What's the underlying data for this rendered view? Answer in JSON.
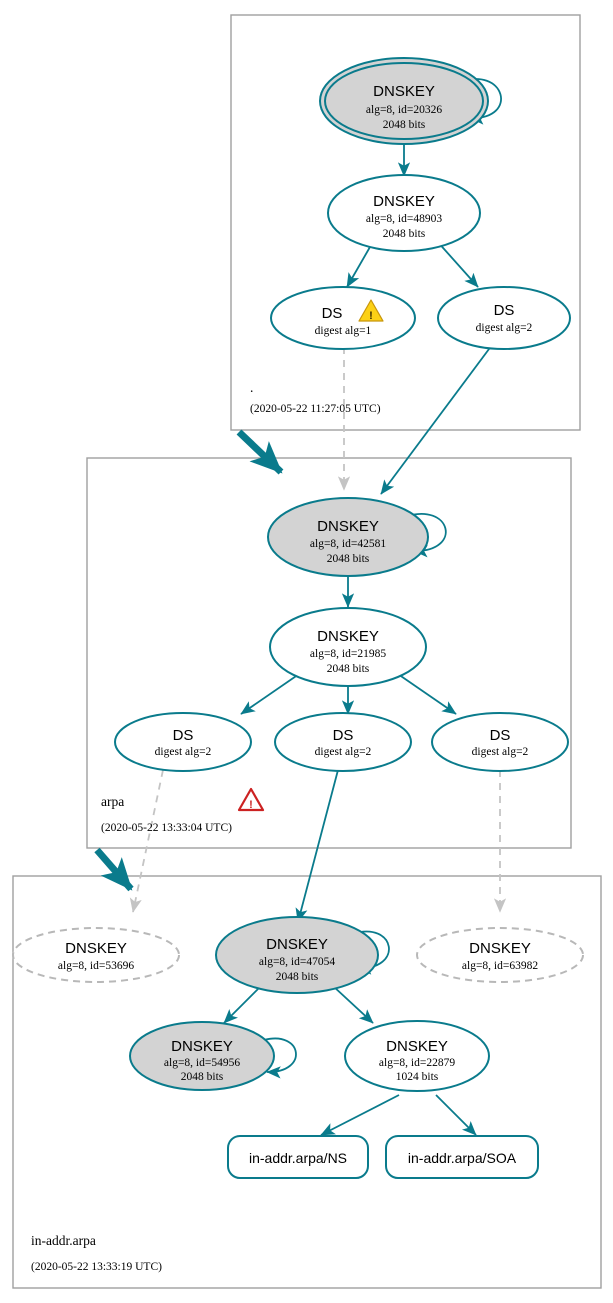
{
  "diagram": {
    "type": "dnssec-authentication-chain",
    "accent_color": "#0a7b8c",
    "secure_node_fill": "#d3d3d3",
    "nonexistent_node_stroke": "#b8b8b8",
    "warning_color": "#fcd116",
    "error_color": "#cc2222",
    "zone_border_color": "#a0a0a0"
  },
  "zones": [
    {
      "id": "root",
      "label": ".",
      "timestamp": "(2020-05-22 11:27:05 UTC)",
      "status_icon": null
    },
    {
      "id": "arpa",
      "label": "arpa",
      "timestamp": "(2020-05-22 13:33:04 UTC)",
      "status_icon": "error-triangle-icon"
    },
    {
      "id": "in-addr-arpa",
      "label": "in-addr.arpa",
      "timestamp": "(2020-05-22 13:33:19 UTC)",
      "status_icon": null
    }
  ],
  "nodes": {
    "root_ksk": {
      "title": "DNSKEY",
      "line2": "alg=8, id=20326",
      "line3": "2048 bits",
      "style": "trust-anchor-secure"
    },
    "root_zsk": {
      "title": "DNSKEY",
      "line2": "alg=8, id=48903",
      "line3": "2048 bits",
      "style": "insecure"
    },
    "root_ds_alg1": {
      "title": "DS",
      "line2": "digest alg=1",
      "line3": "",
      "style": "insecure",
      "badge": "warning-triangle-icon"
    },
    "root_ds_alg2": {
      "title": "DS",
      "line2": "digest alg=2",
      "line3": "",
      "style": "insecure"
    },
    "arpa_ksk": {
      "title": "DNSKEY",
      "line2": "alg=8, id=42581",
      "line3": "2048 bits",
      "style": "secure"
    },
    "arpa_zsk": {
      "title": "DNSKEY",
      "line2": "alg=8, id=21985",
      "line3": "2048 bits",
      "style": "insecure"
    },
    "arpa_ds_1": {
      "title": "DS",
      "line2": "digest alg=2",
      "line3": "",
      "style": "insecure"
    },
    "arpa_ds_2": {
      "title": "DS",
      "line2": "digest alg=2",
      "line3": "",
      "style": "insecure"
    },
    "arpa_ds_3": {
      "title": "DS",
      "line2": "digest alg=2",
      "line3": "",
      "style": "insecure"
    },
    "iaa_key_53696": {
      "title": "DNSKEY",
      "line2": "alg=8, id=53696",
      "line3": "",
      "style": "nonexistent"
    },
    "iaa_ksk_47054": {
      "title": "DNSKEY",
      "line2": "alg=8, id=47054",
      "line3": "2048 bits",
      "style": "secure"
    },
    "iaa_key_63982": {
      "title": "DNSKEY",
      "line2": "alg=8, id=63982",
      "line3": "",
      "style": "nonexistent"
    },
    "iaa_ksk_54956": {
      "title": "DNSKEY",
      "line2": "alg=8, id=54956",
      "line3": "2048 bits",
      "style": "secure"
    },
    "iaa_zsk_22879": {
      "title": "DNSKEY",
      "line2": "alg=8, id=22879",
      "line3": "1024 bits",
      "style": "insecure"
    },
    "rrset_ns": {
      "title": "in-addr.arpa/NS",
      "style": "rrset"
    },
    "rrset_soa": {
      "title": "in-addr.arpa/SOA",
      "style": "rrset"
    }
  },
  "badges": {
    "warning_glyph": "!",
    "error_glyph": "!"
  }
}
